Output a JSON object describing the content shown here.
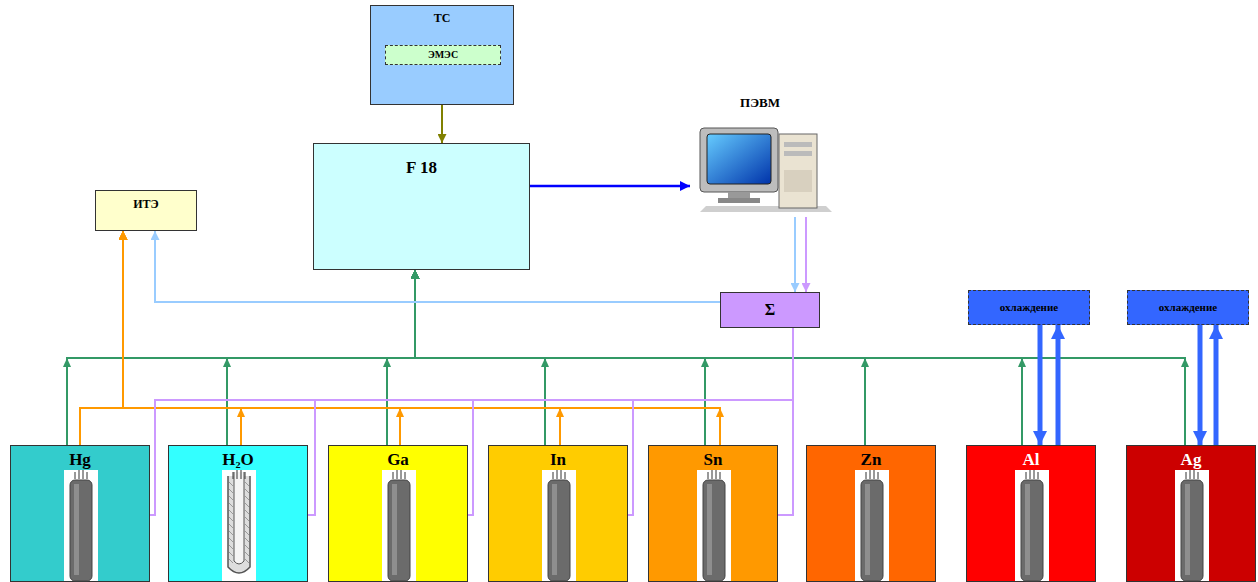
{
  "diagram": {
    "nodes": [
      {
        "text": [
          "ТС"
        ]
      },
      {
        "text": [
          "ЭМЭС"
        ],
        "in": 0
      },
      {
        "text": [
          "ПЭВМ"
        ]
      },
      {
        "text": [
          "F 18"
        ]
      },
      {
        "text": [
          "ИТЭ"
        ]
      },
      {
        "text": [
          "Σ"
        ]
      },
      {
        "text": [
          "охлаждение"
        ]
      },
      {
        "text": [
          "охлаждение"
        ]
      },
      {
        "text": [
          "Hg"
        ]
      },
      {
        "text": [
          "H₂O"
        ]
      },
      {
        "text": [
          "Ga"
        ]
      },
      {
        "text": [
          "In"
        ]
      },
      {
        "text": [
          "Sn"
        ]
      },
      {
        "text": [
          "Zn"
        ]
      },
      {
        "text": [
          "Al"
        ]
      },
      {
        "text": [
          "Ag"
        ]
      }
    ],
    "edges": [
      {
        "from": 0,
        "to": 3,
        "arrow": "to"
      },
      {
        "from": 3,
        "to": 2,
        "arrow": "to"
      },
      {
        "from": 8,
        "to": 3,
        "arrow": "to"
      },
      {
        "from": 9,
        "to": 3,
        "arrow": "to"
      },
      {
        "from": 10,
        "to": 3,
        "arrow": "to"
      },
      {
        "from": 11,
        "to": 3,
        "arrow": "to"
      },
      {
        "from": 12,
        "to": 3,
        "arrow": "to"
      },
      {
        "from": 13,
        "to": 3,
        "arrow": "to"
      },
      {
        "from": 14,
        "to": 3,
        "arrow": "to"
      },
      {
        "from": 15,
        "to": 3,
        "arrow": "to"
      },
      {
        "from": 8,
        "to": 4,
        "arrow": "to"
      },
      {
        "from": 9,
        "to": 4,
        "arrow": "to"
      },
      {
        "from": 10,
        "to": 4,
        "arrow": "to"
      },
      {
        "from": 11,
        "to": 4,
        "arrow": "to"
      },
      {
        "from": 12,
        "to": 4,
        "arrow": "to"
      },
      {
        "from": 2,
        "to": 5,
        "arrow": "to"
      },
      {
        "from": 2,
        "to": 5,
        "arrow": "to"
      },
      {
        "from": 5,
        "to": 4,
        "arrow": "to"
      },
      {
        "from": 5,
        "to": 8,
        "arrow": "none"
      },
      {
        "from": 5,
        "to": 9,
        "arrow": "none"
      },
      {
        "from": 5,
        "to": 10,
        "arrow": "none"
      },
      {
        "from": 5,
        "to": 11,
        "arrow": "none"
      },
      {
        "from": 5,
        "to": 12,
        "arrow": "none"
      },
      {
        "from": 6,
        "to": 14,
        "arrow": "to"
      },
      {
        "from": 14,
        "to": 6,
        "arrow": "to"
      },
      {
        "from": 7,
        "to": 15,
        "arrow": "to"
      },
      {
        "from": 15,
        "to": 7,
        "arrow": "to"
      }
    ]
  }
}
